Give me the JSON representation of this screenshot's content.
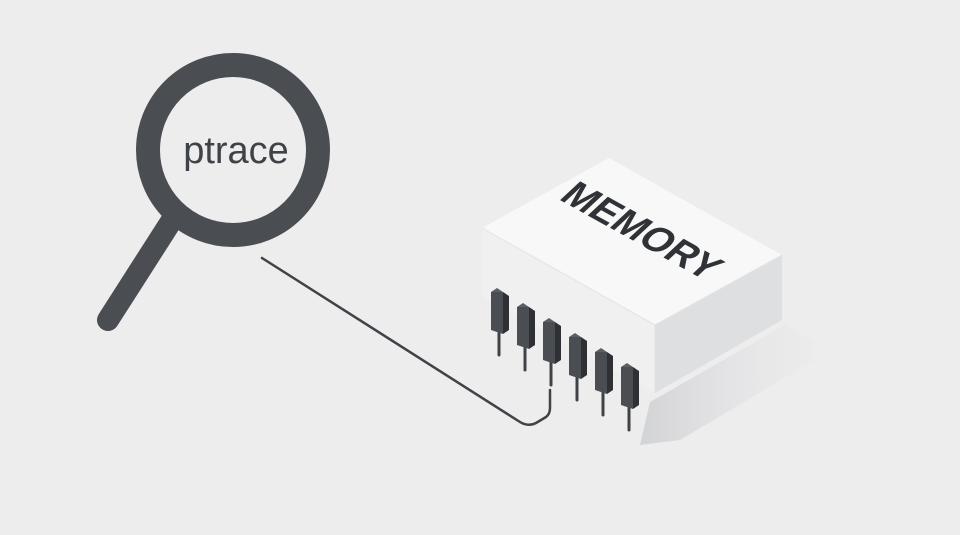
{
  "magnifier": {
    "label": "ptrace",
    "icon": "magnifying-glass-icon"
  },
  "chip": {
    "label": "MEMORY",
    "icon": "memory-chip-icon",
    "pin_count": 6
  },
  "colors": {
    "background": "#ededee",
    "ink": "#4a4d52",
    "chip_top": "#f7f7f7",
    "chip_front": "#f0f0f0",
    "chip_side": "#dedfe1"
  }
}
